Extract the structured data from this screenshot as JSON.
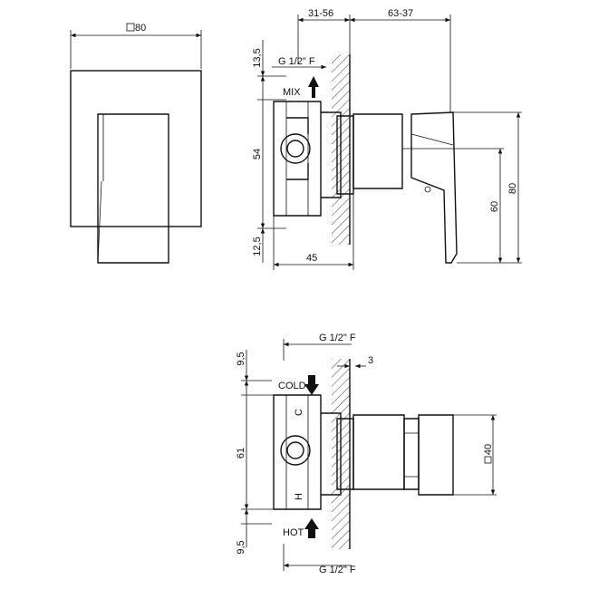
{
  "top_front": {
    "square_label": "80"
  },
  "top_side": {
    "dim_depth_range_1": "31-56",
    "dim_depth_range_2": "63-37",
    "thread": "G 1/2\" F",
    "mix_label": "MIX",
    "dim_top": "13,5",
    "dim_middle": "54",
    "dim_bottom": "12,5",
    "dim_width": "45",
    "dim_handle_60": "60",
    "dim_total_80": "80"
  },
  "bottom_side": {
    "thread_top": "G 1/2\" F",
    "thread_bottom": "G 1/2\" F",
    "dim_plate": "3",
    "cold_label": "COLD",
    "hot_label": "HOT",
    "c_mark": "C",
    "h_mark": "H",
    "dim_top": "9,5",
    "dim_middle": "61",
    "dim_bottom": "9,5",
    "square_label": "40"
  }
}
